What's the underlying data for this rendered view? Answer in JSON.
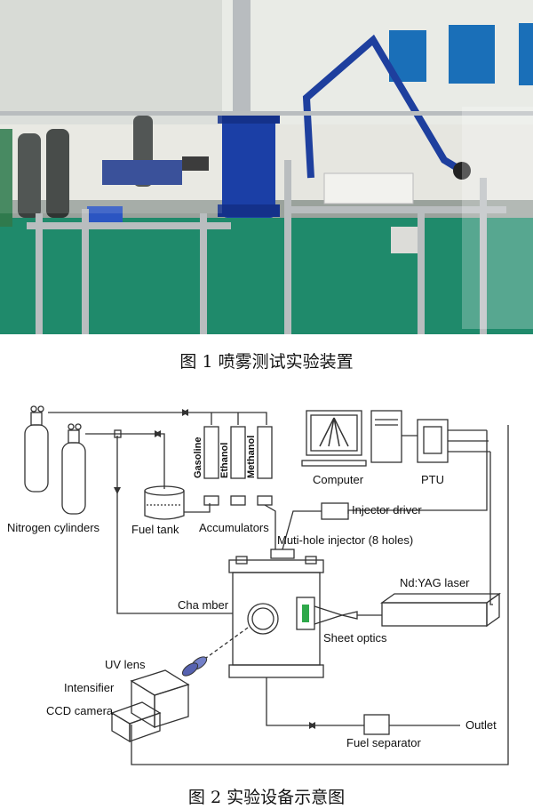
{
  "figure1": {
    "caption": "图 1 喷雾测试实验装置"
  },
  "figure2": {
    "caption": "图 2 实验设备示意图",
    "labels": {
      "nitrogen": "Nitrogen cylinders",
      "fuel_tank": "Fuel tank",
      "accumulators": "Accumulators",
      "gasoline": "Gasoline",
      "ethanol": "Ethanol",
      "methanol": "Methanol",
      "computer": "Computer",
      "ptu": "PTU",
      "injector_driver": "Injector driver",
      "injector": "Muti-hole injector (8 holes)",
      "laser": "Nd:YAG laser",
      "chamber": "Cha mber",
      "sheet_optics": "Sheet optics",
      "uv_lens": "UV lens",
      "intensifier": "Intensifier",
      "ccd": "CCD camera",
      "fuel_separator": "Fuel separator",
      "outlet": "Outlet"
    }
  }
}
